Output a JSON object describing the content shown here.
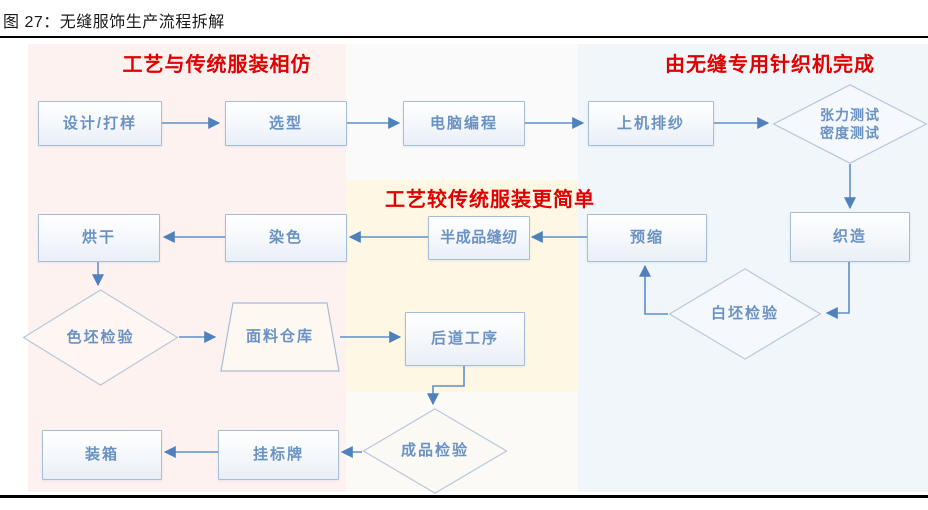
{
  "figure": {
    "title": "图 27：无缝服饰生产流程拆解"
  },
  "annotations": {
    "left": "工艺与传统服装相仿",
    "right": "由无缝专用针织机完成",
    "middle": "工艺较传统服装更简单"
  },
  "nodes": {
    "design": {
      "label": "设计/打样",
      "shape": "rect"
    },
    "selection": {
      "label": "选型",
      "shape": "rect"
    },
    "programming": {
      "label": "电脑编程",
      "shape": "rect"
    },
    "yarn_setup": {
      "label": "上机排纱",
      "shape": "rect"
    },
    "tension_density_test": {
      "line1": "张力测试",
      "line2": "密度测试",
      "shape": "diamond"
    },
    "weaving": {
      "label": "织造",
      "shape": "rect"
    },
    "grey_fabric_inspection": {
      "label": "白坯检验",
      "shape": "diamond"
    },
    "preshrink": {
      "label": "预缩",
      "shape": "rect"
    },
    "semi_finished_sewing": {
      "label": "半成品缝纫",
      "shape": "rect"
    },
    "dyeing": {
      "label": "染色",
      "shape": "rect"
    },
    "drying": {
      "label": "烘干",
      "shape": "rect"
    },
    "dyed_fabric_inspection": {
      "label": "色坯检验",
      "shape": "diamond"
    },
    "fabric_warehouse": {
      "label": "面料仓库",
      "shape": "trapezoid"
    },
    "finishing_process": {
      "label": "后道工序",
      "shape": "rect"
    },
    "finished_inspection": {
      "label": "成品检验",
      "shape": "diamond"
    },
    "tagging": {
      "label": "挂标牌",
      "shape": "rect"
    },
    "packing": {
      "label": "装箱",
      "shape": "rect"
    }
  },
  "edges": [
    {
      "from": "design",
      "to": "selection"
    },
    {
      "from": "selection",
      "to": "programming"
    },
    {
      "from": "programming",
      "to": "yarn_setup"
    },
    {
      "from": "yarn_setup",
      "to": "tension_density_test"
    },
    {
      "from": "tension_density_test",
      "to": "weaving"
    },
    {
      "from": "weaving",
      "to": "grey_fabric_inspection"
    },
    {
      "from": "grey_fabric_inspection",
      "to": "preshrink"
    },
    {
      "from": "preshrink",
      "to": "semi_finished_sewing"
    },
    {
      "from": "semi_finished_sewing",
      "to": "dyeing"
    },
    {
      "from": "dyeing",
      "to": "drying"
    },
    {
      "from": "drying",
      "to": "dyed_fabric_inspection"
    },
    {
      "from": "dyed_fabric_inspection",
      "to": "fabric_warehouse"
    },
    {
      "from": "fabric_warehouse",
      "to": "finishing_process"
    },
    {
      "from": "finishing_process",
      "to": "finished_inspection"
    },
    {
      "from": "finished_inspection",
      "to": "tagging"
    },
    {
      "from": "tagging",
      "to": "packing"
    }
  ],
  "colors": {
    "accent_red": "#e00000",
    "node_text_blue": "#6a92c4",
    "node_border": "#a7bdd6",
    "arrow_blue": "#4f81bd",
    "panel_pink": "#fdf2f0",
    "panel_yellow": "#fdf7e4",
    "panel_blue": "#f1f6fa"
  }
}
